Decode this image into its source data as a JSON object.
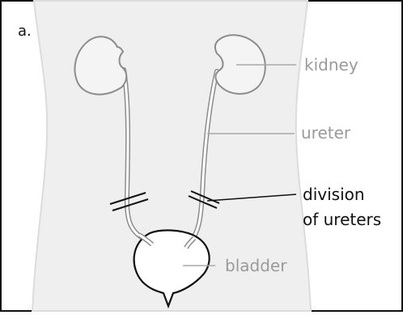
{
  "panel_label": "a.",
  "labels": {
    "kidney": "kidney",
    "ureter": "ureter",
    "division_line1": "division",
    "division_line2": "of ureters",
    "bladder": "bladder"
  },
  "colors": {
    "torso_fill": "#efefef",
    "torso_edge": "#dcdcdc",
    "organ_stroke": "#8c8c8c",
    "muted_text": "#9a9a9a",
    "leader_muted": "#a8a8a8",
    "black": "#111111"
  }
}
